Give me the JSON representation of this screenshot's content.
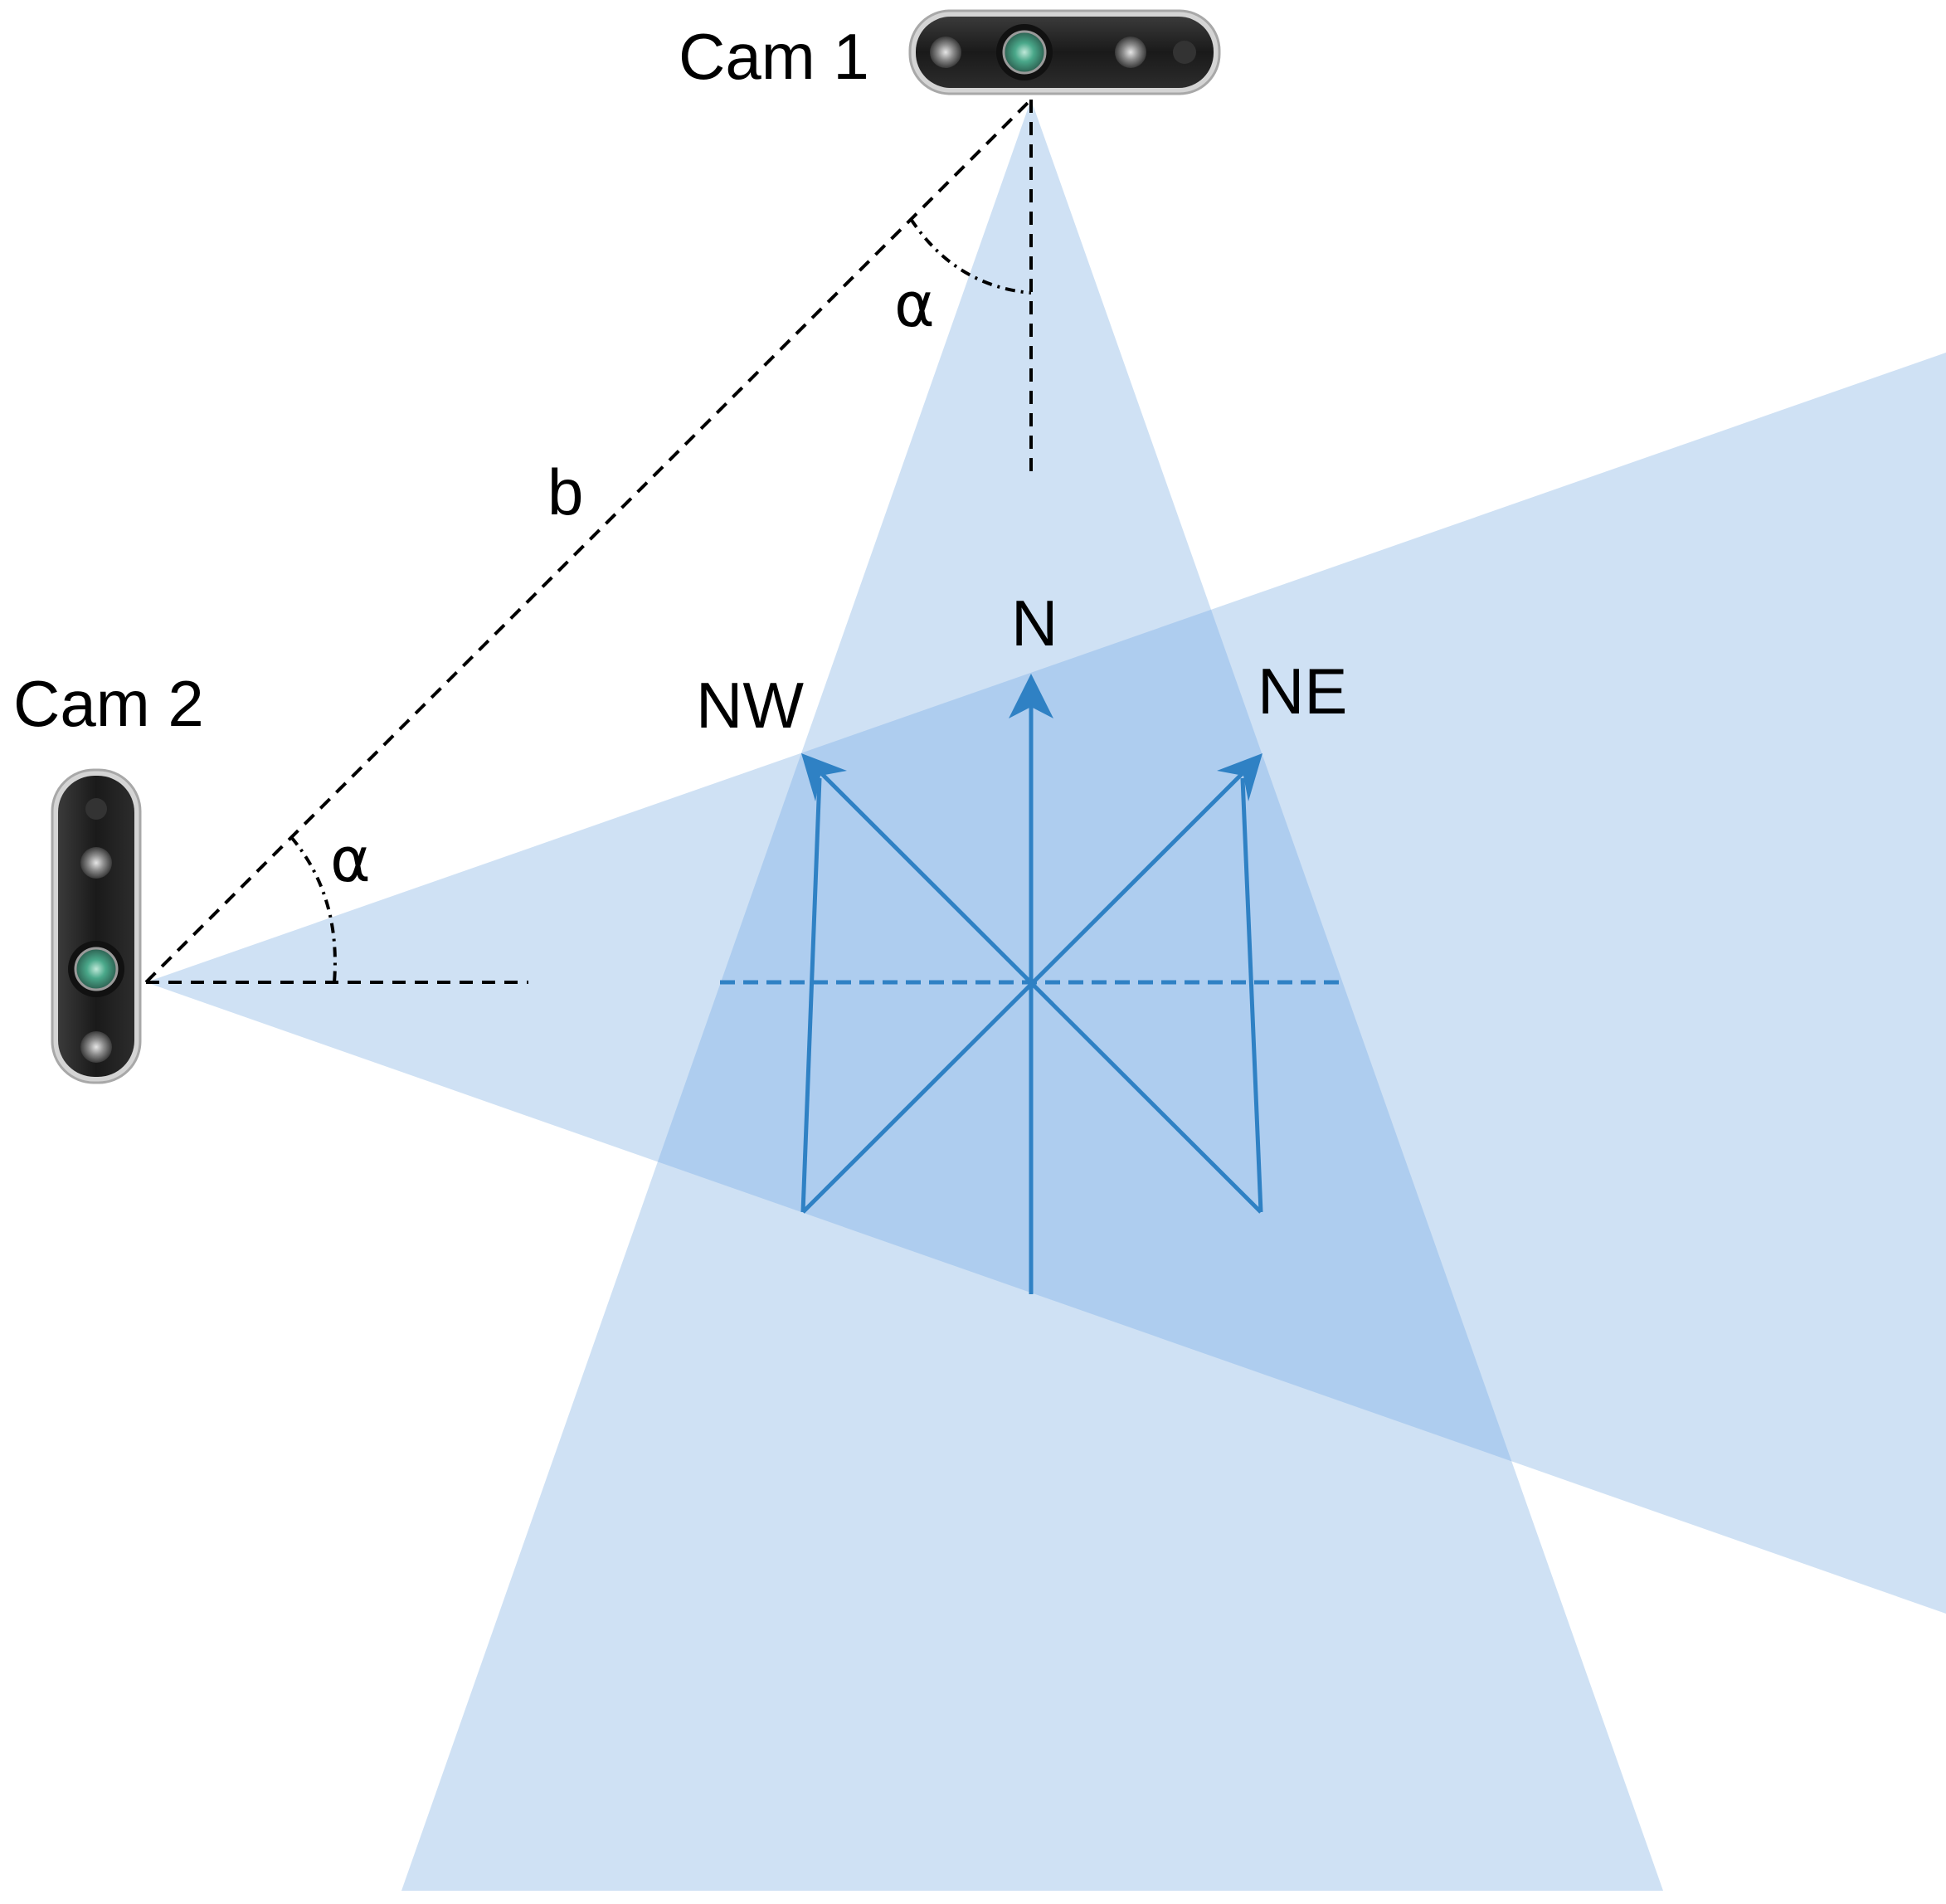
{
  "labels": {
    "cam1": "Cam 1",
    "cam2": "Cam 2",
    "alpha_cam1": "α",
    "alpha_cam2": "α",
    "baseline": "b",
    "north": "N",
    "north_west": "NW",
    "north_east": "NE"
  },
  "colors": {
    "fov_fill": "#cfe1f4",
    "fov_overlap": "#aecdef",
    "arrow": "#2f81c4",
    "construction_line": "#000000",
    "camera_body": "#1f1f1f",
    "camera_frame": "#c9c9c9",
    "lens_green": "#4aa88a"
  },
  "icons": {
    "cam1": "depth-camera-icon",
    "cam2": "depth-camera-icon"
  }
}
